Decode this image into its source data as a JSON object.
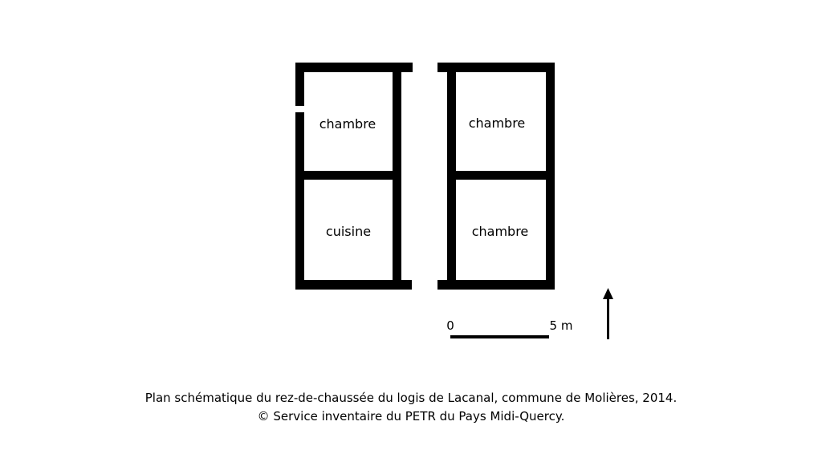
{
  "plan": {
    "rooms": [
      {
        "id": "left-top",
        "label": "chambre"
      },
      {
        "id": "left-bottom",
        "label": "cuisine"
      },
      {
        "id": "right-top",
        "label": "chambre"
      },
      {
        "id": "right-bottom",
        "label": "chambre"
      }
    ],
    "wall_color": "#000000"
  },
  "scale_bar": {
    "start_label": "0",
    "end_label": "5 m"
  },
  "north_arrow": {
    "icon": "north-arrow-icon"
  },
  "caption": {
    "line1": "Plan schématique du rez-de-chaussée du logis de Lacanal, commune de Molières, 2014.",
    "line2": "© Service inventaire du PETR du Pays Midi-Quercy."
  }
}
